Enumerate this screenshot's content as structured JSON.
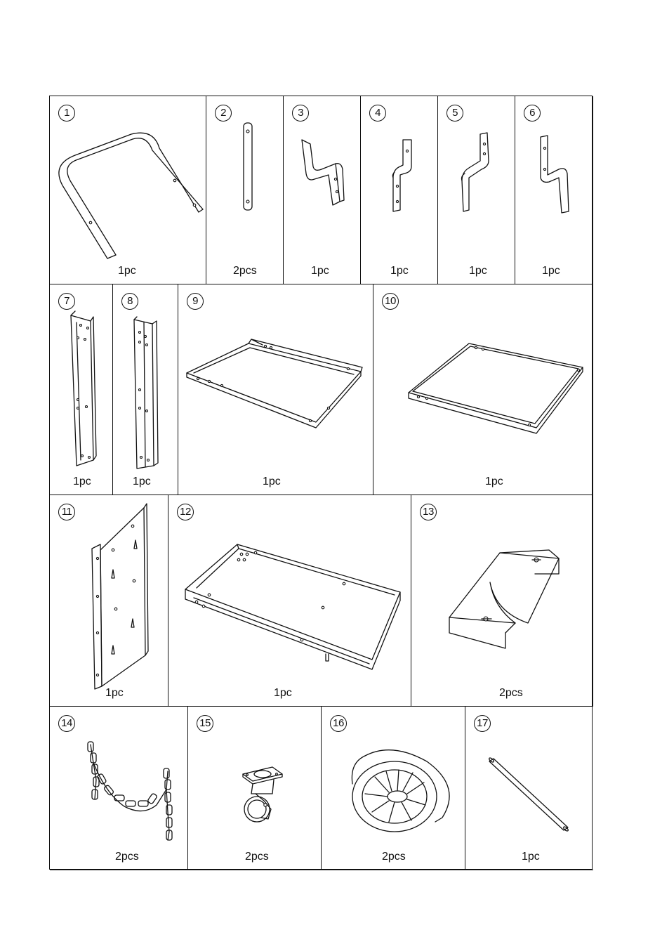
{
  "parts": [
    {
      "number": "1",
      "quantity": "1pc",
      "icon": "handle-tube-icon"
    },
    {
      "number": "2",
      "quantity": "2pcs",
      "icon": "flat-strap-icon"
    },
    {
      "number": "3",
      "quantity": "1pc",
      "icon": "offset-bracket-icon"
    },
    {
      "number": "4",
      "quantity": "1pc",
      "icon": "offset-bracket-icon"
    },
    {
      "number": "5",
      "quantity": "1pc",
      "icon": "offset-bracket-icon"
    },
    {
      "number": "6",
      "quantity": "1pc",
      "icon": "offset-bracket-icon"
    },
    {
      "number": "7",
      "quantity": "1pc",
      "icon": "channel-leg-icon"
    },
    {
      "number": "8",
      "quantity": "1pc",
      "icon": "channel-leg-icon"
    },
    {
      "number": "9",
      "quantity": "1pc",
      "icon": "tray-frame-icon"
    },
    {
      "number": "10",
      "quantity": "1pc",
      "icon": "tray-frame-icon"
    },
    {
      "number": "11",
      "quantity": "1pc",
      "icon": "back-panel-icon"
    },
    {
      "number": "12",
      "quantity": "1pc",
      "icon": "bottom-shelf-icon"
    },
    {
      "number": "13",
      "quantity": "2pcs",
      "icon": "tank-holder-icon"
    },
    {
      "number": "14",
      "quantity": "2pcs",
      "icon": "chain-icon"
    },
    {
      "number": "15",
      "quantity": "2pcs",
      "icon": "caster-icon"
    },
    {
      "number": "16",
      "quantity": "2pcs",
      "icon": "wheel-icon"
    },
    {
      "number": "17",
      "quantity": "1pc",
      "icon": "axle-rod-icon"
    }
  ]
}
